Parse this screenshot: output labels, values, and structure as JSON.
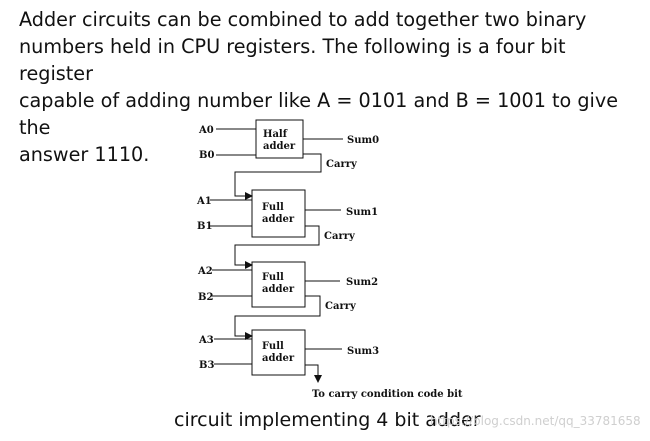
{
  "intro": {
    "line1": "Adder circuits can be combined to add together two binary",
    "line2": "numbers held in CPU registers.  The following is a four bit register",
    "line3": "capable of adding number like A = 0101 and B = 1001 to give the",
    "line4": "answer 1110."
  },
  "diagram": {
    "stages": [
      {
        "a": "A0",
        "b": "B0",
        "type_line1": "Half",
        "type_line2": "adder",
        "sum": "Sum0",
        "carry": "Carry"
      },
      {
        "a": "A1",
        "b": "B1",
        "type_line1": "Full",
        "type_line2": "adder",
        "sum": "Sum1",
        "carry": "Carry"
      },
      {
        "a": "A2",
        "b": "B2",
        "type_line1": "Full",
        "type_line2": "adder",
        "sum": "Sum2",
        "carry": "Carry"
      },
      {
        "a": "A3",
        "b": "B3",
        "type_line1": "Full",
        "type_line2": "adder",
        "sum": "Sum3"
      }
    ],
    "final_note": "To carry condition code bit"
  },
  "caption": "circuit implementing 4 bit adder",
  "watermark": "https://blog.csdn.net/qq_33781658"
}
